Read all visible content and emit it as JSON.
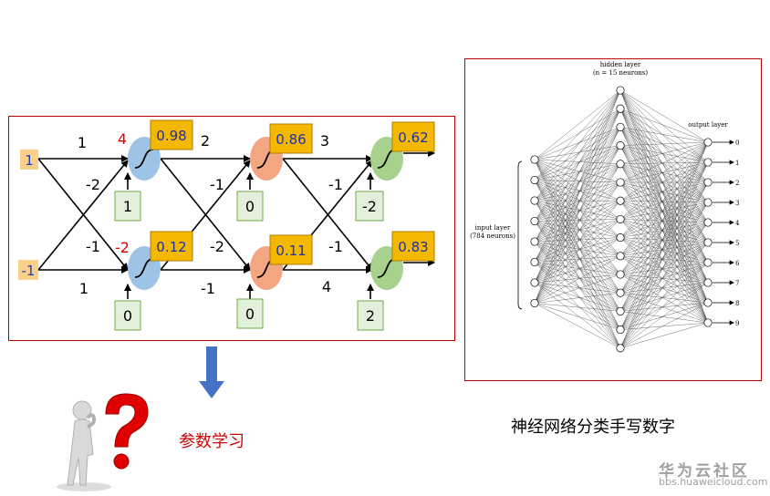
{
  "colors": {
    "frame": "#c00000",
    "input_fill": "#fbd08a",
    "input_text": "#1f3fbf",
    "bias_fill": "#e2efda",
    "bias_stroke": "#70ad47",
    "out_fill": "#f5b800",
    "out_stroke": "#b07d00",
    "out_text": "#1f2fa8",
    "neuron_l1": "#9dc3e6",
    "neuron_l2": "#f4a582",
    "neuron_l3": "#a9d18e",
    "weight_text": "#000000",
    "highlight_text": "#e00000",
    "arrow_fill": "#4472c4",
    "caption_red": "#d00000"
  },
  "network": {
    "inputs": [
      "1",
      "-1"
    ],
    "biases": [
      "1",
      "0",
      "0",
      "0",
      "-2",
      "2"
    ],
    "outputs": [
      "0.98",
      "0.12",
      "0.86",
      "0.11",
      "0.62",
      "0.83"
    ],
    "preactivations": [
      "4",
      "-2"
    ],
    "weights": {
      "l1": [
        "1",
        "-2",
        "-1",
        "1"
      ],
      "l2": [
        "2",
        "-1",
        "-2",
        "-1"
      ],
      "l3": [
        "3",
        "-1",
        "-1",
        "4"
      ]
    }
  },
  "mnist": {
    "hidden_title": "hidden layer",
    "hidden_sub": "(n = 15 neurons)",
    "input_title": "input layer",
    "input_sub": "(784 neurons)",
    "output_title": "output layer",
    "digits": [
      "0",
      "1",
      "2",
      "3",
      "4",
      "5",
      "6",
      "7",
      "8",
      "9"
    ]
  },
  "captions": {
    "param_learning": "参数学习",
    "mnist_caption": "神经网络分类手写数字"
  },
  "watermark": {
    "cn": "华为云社区",
    "url": "bbs.huaweicloud.com"
  },
  "icons": {
    "down_arrow": "down-arrow-icon",
    "thinking": "question-mark-thinker-icon"
  }
}
